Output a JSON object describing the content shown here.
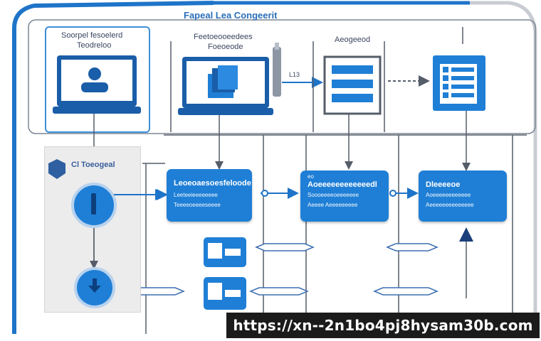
{
  "diagram": {
    "title": "Fapeal Lea Congeerit",
    "labels": {
      "node_a_title": "Soorpel fesoelerd",
      "node_a_sub": "Teodreloo",
      "node_b_title": "Feetoeooeedees",
      "node_b_sub": "Foeoeode",
      "node_c_title": "Aeogeeod",
      "small_tag": "L13",
      "gray_panel_title": "Cl Toeogeal"
    },
    "boxes": [
      {
        "title": "Leoeoaesoesfeloode",
        "line1": "Leeteeieeeeeeee",
        "line2": "Teeeeoeeeeseeee"
      },
      {
        "title": "Aoeeeeeeeeeeeedl",
        "line1": "Soooeeeeoeeeeeee",
        "line2": "Aeeee Aeeeeeeeee"
      },
      {
        "title": "Dleeeeoe",
        "line1": "Aoeeeeeeeeeeee",
        "line2": "Aeeeeeeeeeeeeee"
      }
    ],
    "box_small_labels": [
      "eo"
    ],
    "url_banner": "https://xn--2n1bo4pj8hysam30b.com"
  },
  "colors": {
    "accent": "#1f7fd6",
    "frame": "#1e74c8",
    "line": "#555d6a",
    "dark_node": "#1a5da8"
  },
  "icons": [
    "user-icon",
    "folder-icon",
    "list-icon",
    "document-icon",
    "download-icon",
    "cursor-icon",
    "shield-icon"
  ]
}
